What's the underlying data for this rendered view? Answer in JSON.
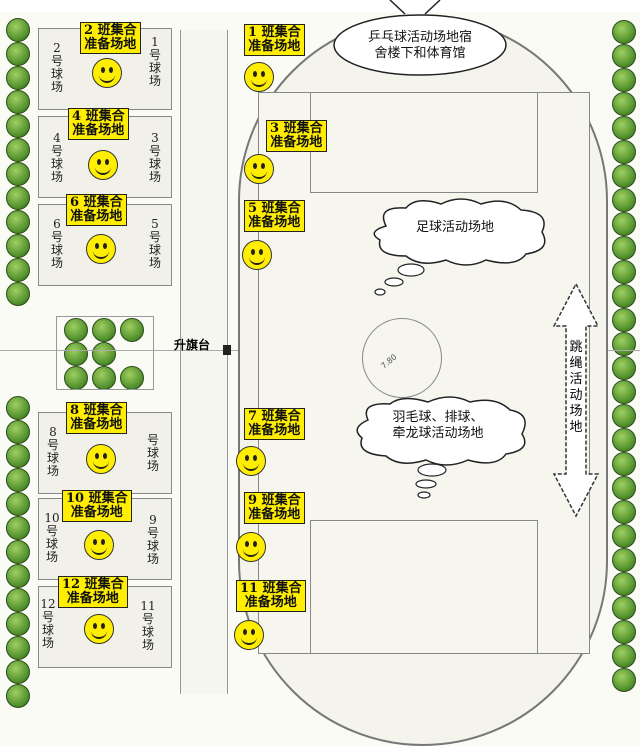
{
  "callouts": [
    {
      "id": "c1",
      "label": "1 班集合\n准备场地"
    },
    {
      "id": "c2",
      "label": "2 班集合\n准备场地"
    },
    {
      "id": "c3",
      "label": "3 班集合\n准备场地"
    },
    {
      "id": "c4",
      "label": "4 班集合\n准备场地"
    },
    {
      "id": "c5",
      "label": "5 班集合\n准备场地"
    },
    {
      "id": "c6",
      "label": "6 班集合\n准备场地"
    },
    {
      "id": "c7",
      "label": "7 班集合\n准备场地"
    },
    {
      "id": "c8",
      "label": "8 班集合\n准备场地"
    },
    {
      "id": "c9",
      "label": "9 班集合\n准备场地"
    },
    {
      "id": "c10",
      "label": "10 班集合\n准备场地"
    },
    {
      "id": "c11",
      "label": "11 班集合\n准备场地"
    },
    {
      "id": "c12",
      "label": "12 班集合\n准备场地"
    }
  ],
  "courts": {
    "c1": "1\n号\n球\n场",
    "c2": "2\n号\n球\n场",
    "c3": "3\n号\n球\n场",
    "c4": "4\n号\n球\n场",
    "c5": "5\n号\n球\n场",
    "c6": "6\n号\n球\n场",
    "c8": "8\n号\n球\n场",
    "c9": "9\n号\n球\n场",
    "c10": "10\n号\n球\n场",
    "c11": "11\n号\n球\n场",
    "c12": "12\n号\n球\n场",
    "c7": "号\n球\n场"
  },
  "bubbles": {
    "pingpong": "乒乓球活动场地宿\n舍楼下和体育馆",
    "football": "足球活动场地",
    "badminton": "羽毛球、排球、\n牵龙球活动场地"
  },
  "flagpole_label": "升旗台",
  "field_marker": "7.80",
  "jump_rope_label": "跳\n绳\n活\n动\n场\n地"
}
